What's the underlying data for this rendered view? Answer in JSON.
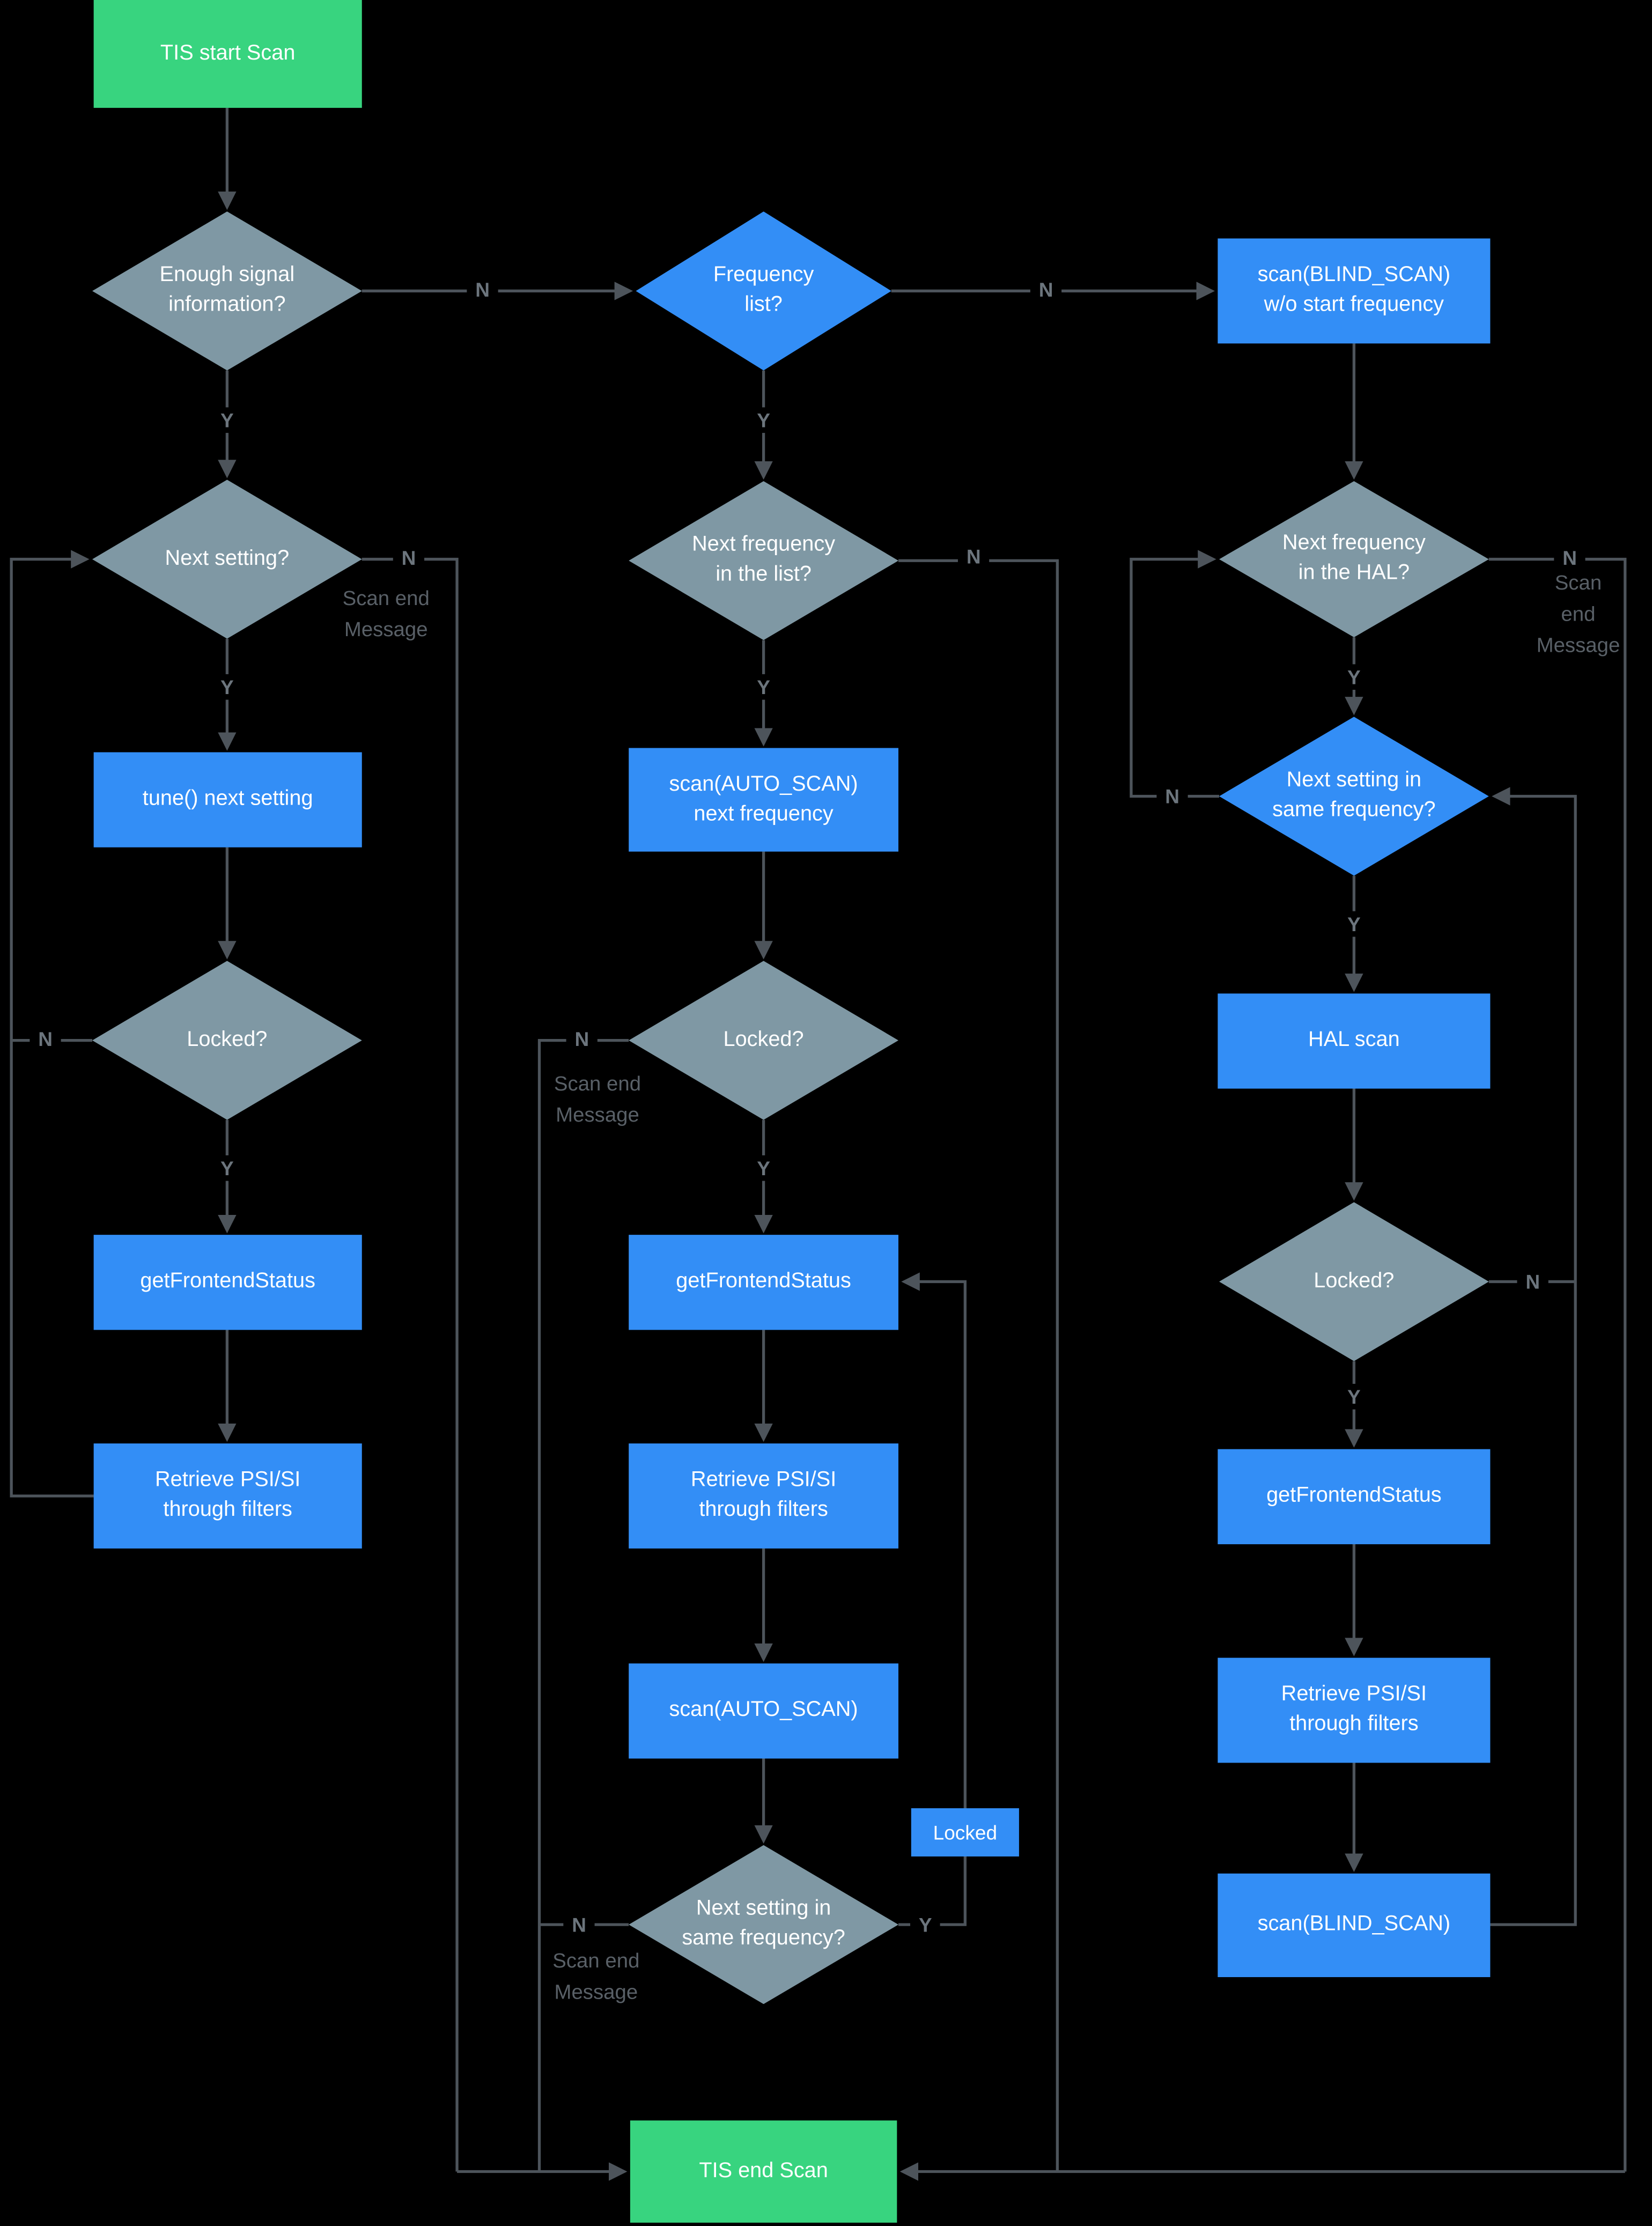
{
  "labels": {
    "yes": "Y",
    "no": "N",
    "scan_end_message": "Scan end\nMessage",
    "locked_tag": "Locked"
  },
  "nodes": {
    "start": "TIS start Scan",
    "enough_signal": "Enough signal\ninformation?",
    "next_setting": "Next setting?",
    "tune_next_setting": "tune() next setting",
    "locked_1": "Locked?",
    "get_frontend_status_1": "getFrontendStatus",
    "retrieve_psi_si_1": "Retrieve PSI/SI\nthrough filters",
    "frequency_list": "Frequency\nlist?",
    "next_frequency_in_list": "Next frequency\nin the list?",
    "scan_auto_next_frequency": "scan(AUTO_SCAN)\nnext frequency",
    "locked_2": "Locked?",
    "get_frontend_status_2": "getFrontendStatus",
    "retrieve_psi_si_2": "Retrieve PSI/SI\nthrough filters",
    "scan_auto": "scan(AUTO_SCAN)",
    "next_setting_same_frequency_2": "Next setting in\nsame frequency?",
    "tis_end": "TIS end Scan",
    "scan_blind_wo_start": "scan(BLIND_SCAN)\nw/o start frequency",
    "next_frequency_in_hal": "Next frequency\nin the HAL?",
    "next_setting_same_frequency_3": "Next setting in\nsame frequency?",
    "hal_scan": "HAL scan",
    "locked_3": "Locked?",
    "get_frontend_status_3": "getFrontendStatus",
    "retrieve_psi_si_3": "Retrieve PSI/SI\nthrough filters",
    "scan_blind": "scan(BLIND_SCAN)"
  },
  "colors": {
    "background": "#000000",
    "process_box": "#338ef6",
    "terminal_box": "#38d47f",
    "decision_gray": "#7f98a4",
    "decision_blue": "#338ef6",
    "connector": "#4d545b",
    "yn_label": "#6c757d",
    "message_text": "#596067",
    "node_text": "#ffffff"
  }
}
